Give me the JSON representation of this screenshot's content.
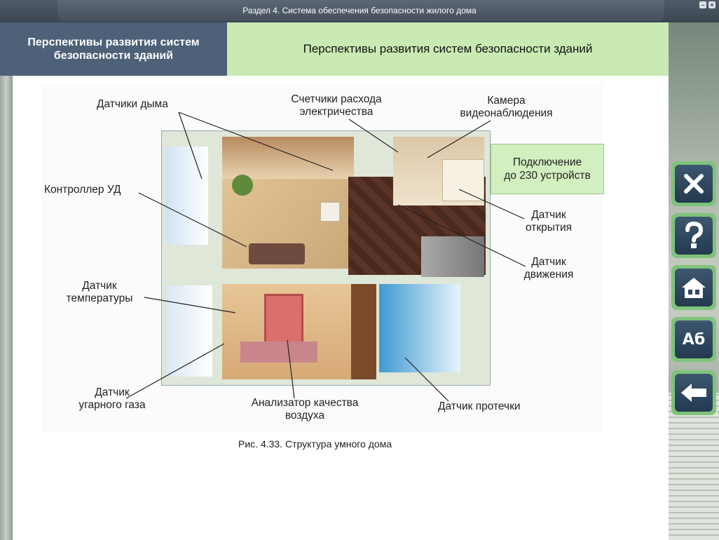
{
  "window": {
    "title": "Раздел 4. Система обеспечения безопасности жилого дома"
  },
  "header": {
    "left_title_line1": "Перспективы развития систем",
    "left_title_line2": "безопасности зданий",
    "right_title": "Перспективы развития систем безопасности зданий"
  },
  "figure": {
    "labels": {
      "smoke": "Датчики дыма",
      "meters_line1": "Счетчики расхода",
      "meters_line2": "электричества",
      "camera_line1": "Камера",
      "camera_line2": "видеонаблюдения",
      "controller": "Контроллер УД",
      "opening_line1": "Датчик",
      "opening_line2": "открытия",
      "motion_line1": "Датчик",
      "motion_line2": "движения",
      "temp_line1": "Датчик",
      "temp_line2": "температуры",
      "co_line1": "Датчик",
      "co_line2": "угарного газа",
      "air_line1": "Анализатор качества",
      "air_line2": "воздуха",
      "leak": "Датчик протечки"
    },
    "connection_line1": "Подключение",
    "connection_line2": "до 230 устройств",
    "caption": "Рис. 4.33. Структура умного дома"
  },
  "nav": {
    "close_icon": "close-icon",
    "help_icon": "question-icon",
    "home_icon": "home-icon",
    "glossary_label": "Аб",
    "back_icon": "arrow-left-icon"
  },
  "colors": {
    "header_left": "#4d6178",
    "header_right": "#c9eab3",
    "nav_border": "#7fc37a",
    "nav_fill": "#2e4962"
  }
}
